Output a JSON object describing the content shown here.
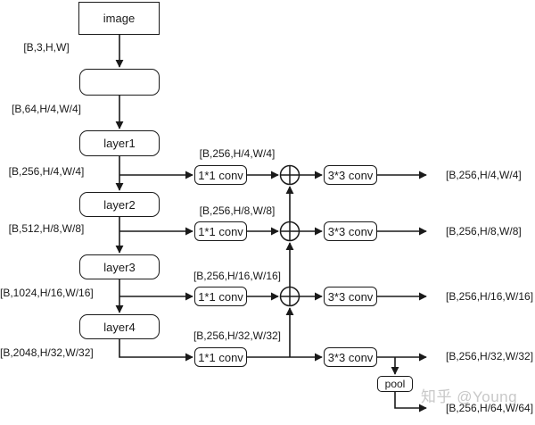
{
  "diagram": {
    "backbone": [
      {
        "label": "image"
      },
      {
        "label": ""
      },
      {
        "label": "layer1"
      },
      {
        "label": "layer2"
      },
      {
        "label": "layer3"
      },
      {
        "label": "layer4"
      }
    ],
    "left_labels": [
      "[B,3,H,W]",
      "[B,64,H/4,W/4]",
      "[B,256,H/4,W/4]",
      "[B,512,H/8,W/8]",
      "[B,1024,H/16,W/16]",
      "[B,2048,H/32,W/32]"
    ],
    "lateral_labels": [
      "[B,256,H/4,W/4]",
      "[B,256,H/8,W/8]",
      "[B,256,H/16,W/16]",
      "[B,256,H/32,W/32]"
    ],
    "conv1x1_label": "1*1 conv",
    "conv3x3_label": "3*3 conv",
    "pool_label": "pool",
    "output_labels": [
      "[B,256,H/4,W/4]",
      "[B,256,H/8,W/8]",
      "[B,256,H/16,W/16]",
      "[B,256,H/32,W/32]",
      "[B,256,H/64,W/64]"
    ],
    "watermark": "知乎 @Young",
    "colors": {
      "stroke": "#1a1a1a",
      "box_fill": "#ffffff",
      "text": "#1a1a1a",
      "watermark": "#c8c8c8"
    }
  }
}
